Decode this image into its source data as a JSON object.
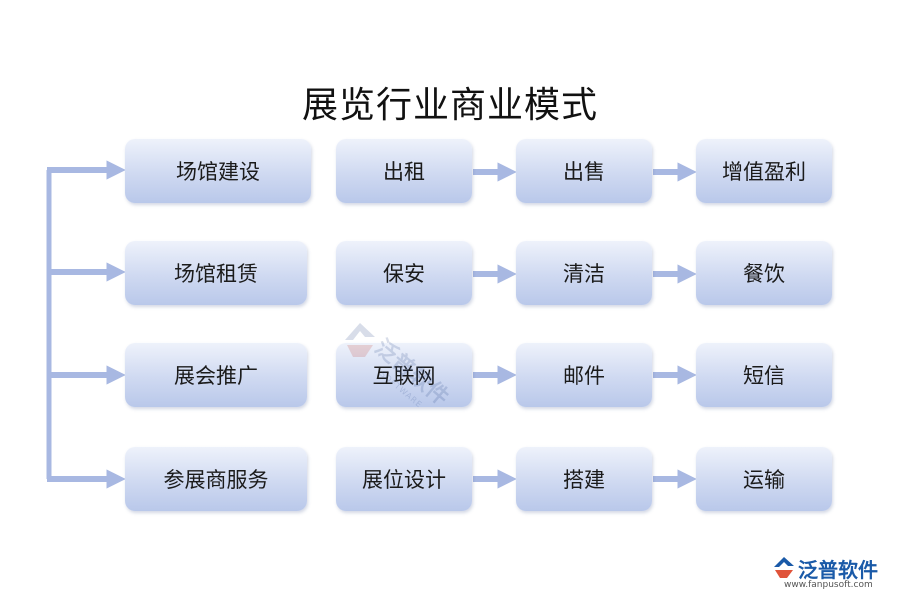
{
  "title": "展览行业商业模式",
  "rows": [
    {
      "category": "场馆建设",
      "items": [
        "出租",
        "出售",
        "增值盈利"
      ]
    },
    {
      "category": "场馆租赁",
      "items": [
        "保安",
        "清洁",
        "餐饮"
      ]
    },
    {
      "category": "展会推广",
      "items": [
        "互联网",
        "邮件",
        "短信"
      ]
    },
    {
      "category": "参展商服务",
      "items": [
        "展位设计",
        "搭建",
        "运输"
      ]
    }
  ],
  "colors": {
    "arrow": "#a8b8e2",
    "box_fill": "#cfd9f1"
  },
  "watermark": {
    "text": "泛普软件",
    "sub": "SOFTWARE"
  },
  "logo": {
    "name": "泛普软件",
    "url": "www.fanpusoft.com"
  }
}
